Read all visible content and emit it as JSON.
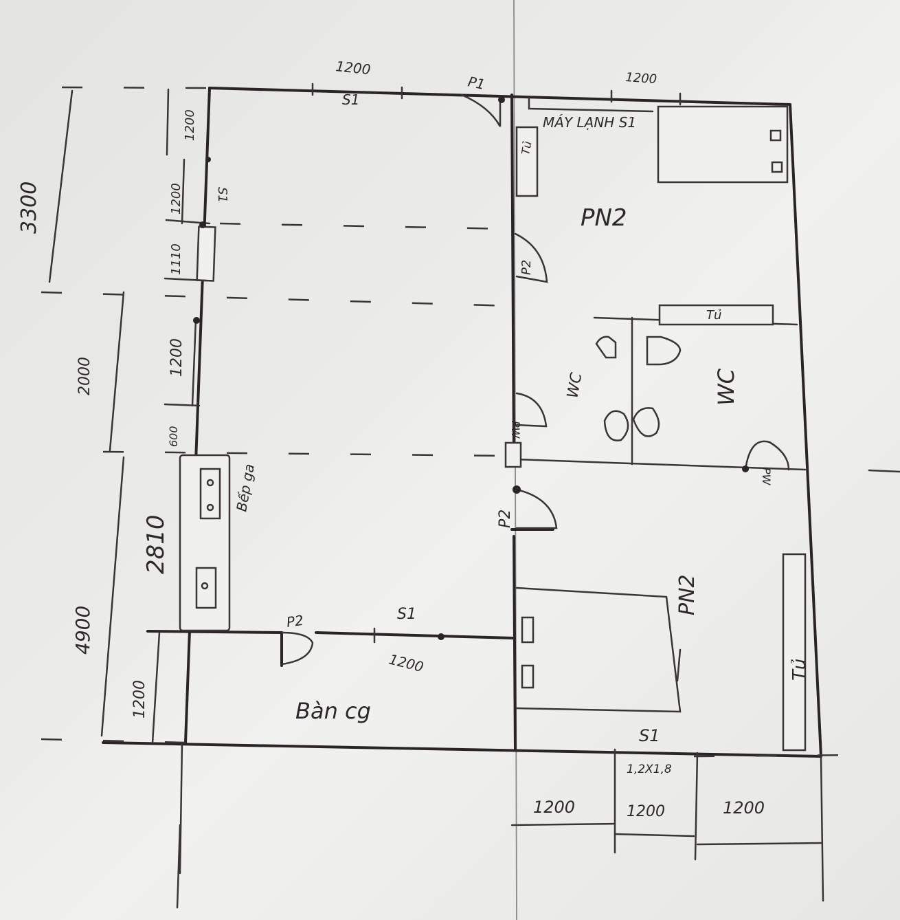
{
  "labels": {
    "top_dim_left": "1200",
    "top_dim_right": "1200",
    "s1_top": "S1",
    "p1_top": "P1",
    "may_lanh": "MÁY LẠNH S1",
    "tu_top": "Tủ",
    "pn2_top": "PN2",
    "p2_upper": "P2",
    "tu_wc": "Tủ",
    "wc_left": "WC",
    "wc_right": "WC",
    "pw_left": "PW",
    "pw_right": "PW",
    "p2_lower": "P2",
    "pn2_lower": "PN2",
    "tu_right": "Tủ",
    "s1_bottom": "S1",
    "window_size": "1,2X1,8",
    "bottom_dim_1": "1200",
    "bottom_dim_2": "1200",
    "bottom_dim_3": "1200",
    "p2_kitchen": "P2",
    "s1_kitchen": "S1",
    "kitchen_dim": "1200",
    "ban_cg": "Bàn cg",
    "bep_ga": "Bếp ga",
    "left_dim_1200_a": "1200",
    "left_dim_1200_b": "1200",
    "left_dim_1110": "1110",
    "left_dim_1200_c": "1200",
    "left_dim_600": "600",
    "left_dim_2810": "2810",
    "left_dim_1200_d": "1200",
    "s1_left": "S1",
    "outer_dim_3300": "3300",
    "outer_dim_2000": "2000",
    "outer_dim_4900": "4900"
  }
}
